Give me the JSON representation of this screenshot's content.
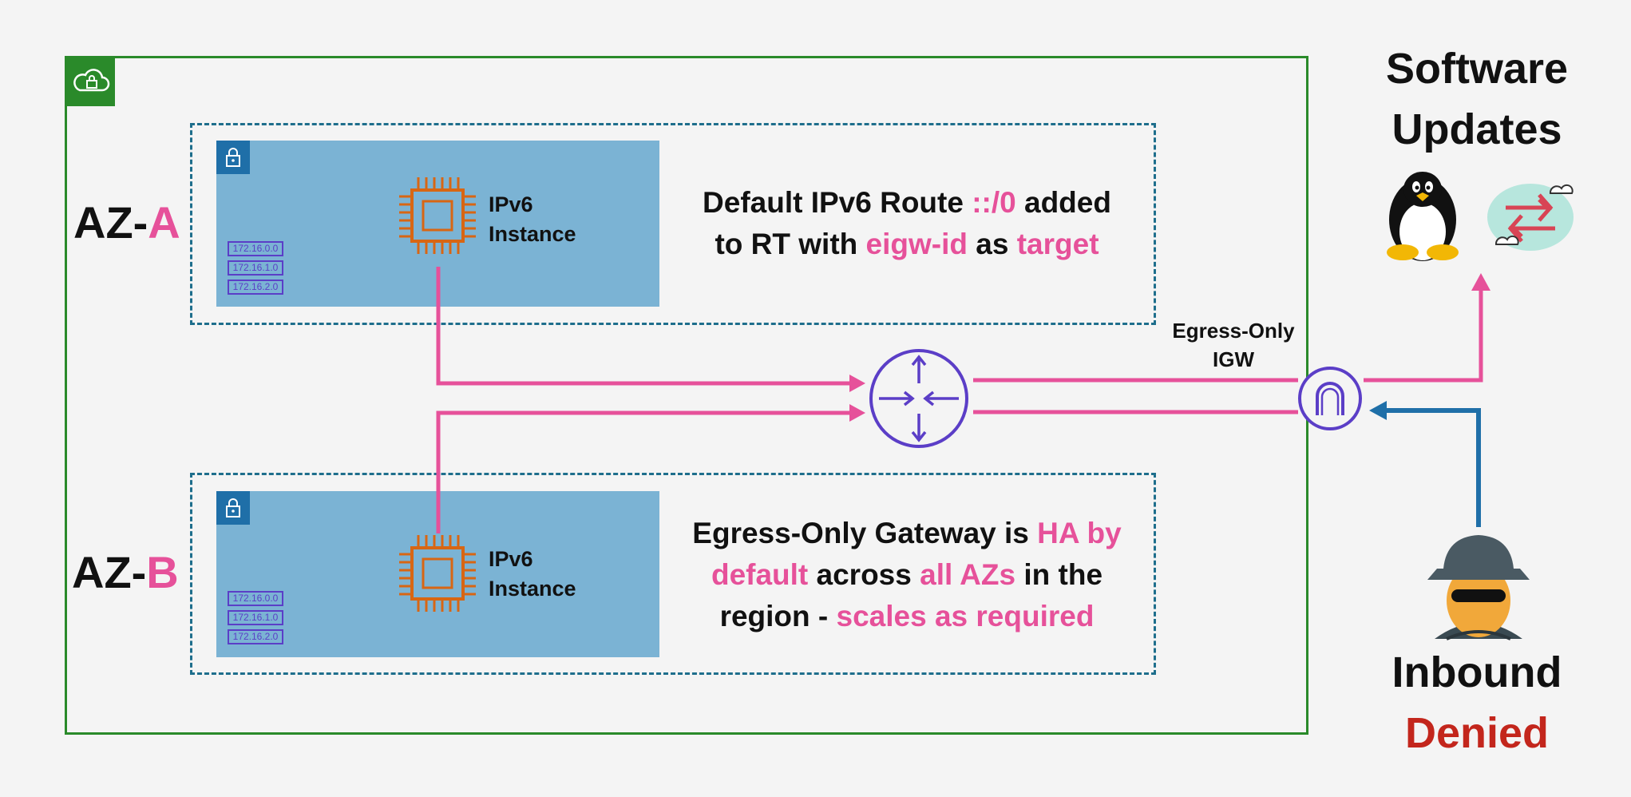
{
  "az_a": {
    "prefix": "AZ-",
    "letter": "A"
  },
  "az_b": {
    "prefix": "AZ-",
    "letter": "B"
  },
  "instance_a": {
    "line1": "IPv6",
    "line2": "Instance"
  },
  "instance_b": {
    "line1": "IPv6",
    "line2": "Instance"
  },
  "subnet_a_ips": [
    "172.16.0.0",
    "172.16.1.0",
    "172.16.2.0"
  ],
  "subnet_b_ips": [
    "172.16.0.0",
    "172.16.1.0",
    "172.16.2.0"
  ],
  "note_a": {
    "l1_a": "Default IPv6 Route ",
    "l1_b": "::/0",
    "l1_c": " added",
    "l2_a": "to RT with ",
    "l2_b": "eigw-id",
    "l2_c": " as ",
    "l2_d": "target"
  },
  "note_b": {
    "l1_a": "Egress-Only Gateway is ",
    "l1_b": "HA by",
    "l2_a": "default",
    "l2_b": " across ",
    "l2_c": "all AZs",
    "l2_d": " in the",
    "l3_a": "region - ",
    "l3_b": "scales as required"
  },
  "eigw_label": {
    "line1": "Egress-Only",
    "line2": "IGW"
  },
  "software_updates": {
    "line1": "Software",
    "line2": "Updates"
  },
  "inbound": {
    "line1": "Inbound",
    "line2": "Denied"
  },
  "colors": {
    "pink": "#e6519a",
    "purple": "#5b3ec7",
    "blue": "#1f6fa8",
    "green": "#2a8a2a",
    "orange": "#d86613",
    "red": "#c3261c",
    "subnet": "#7bb3d4"
  },
  "icons": [
    "vpc-cloud-lock-icon",
    "subnet-lock-icon",
    "ec2-chip-icon",
    "router-icon",
    "egress-only-igw-icon",
    "linux-penguin-icon",
    "software-update-icon",
    "hacker-icon"
  ]
}
